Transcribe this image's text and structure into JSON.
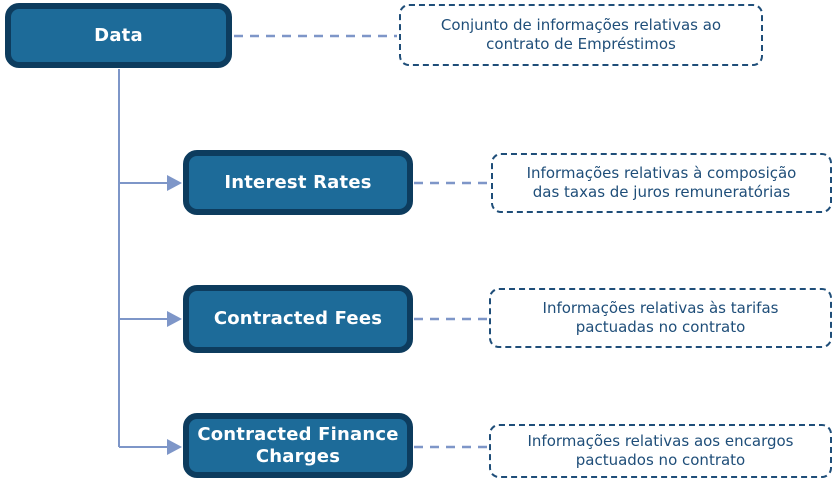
{
  "diagram": {
    "root": {
      "label": "Data",
      "description_line1": "Conjunto de informações relativas ao",
      "description_line2": "contrato de Empréstimos"
    },
    "children": [
      {
        "label": "Interest Rates",
        "description_line1": "Informações relativas à composição",
        "description_line2": "das taxas de juros remuneratórias"
      },
      {
        "label": "Contracted Fees",
        "description_line1": "Informações relativas às tarifas",
        "description_line2": "pactuadas no contrato"
      },
      {
        "label": "Contracted Finance Charges",
        "description_line1": "Informações relativas aos encargos",
        "description_line2": "pactuados no contrato"
      }
    ],
    "colors": {
      "node_fill": "#1d6b99",
      "node_border": "#0d3c5e",
      "node_text": "#ffffff",
      "annotation_border": "#1f4e79",
      "annotation_text": "#1f4e79",
      "connector": "#7e96c8",
      "background": "#ffffff"
    }
  }
}
